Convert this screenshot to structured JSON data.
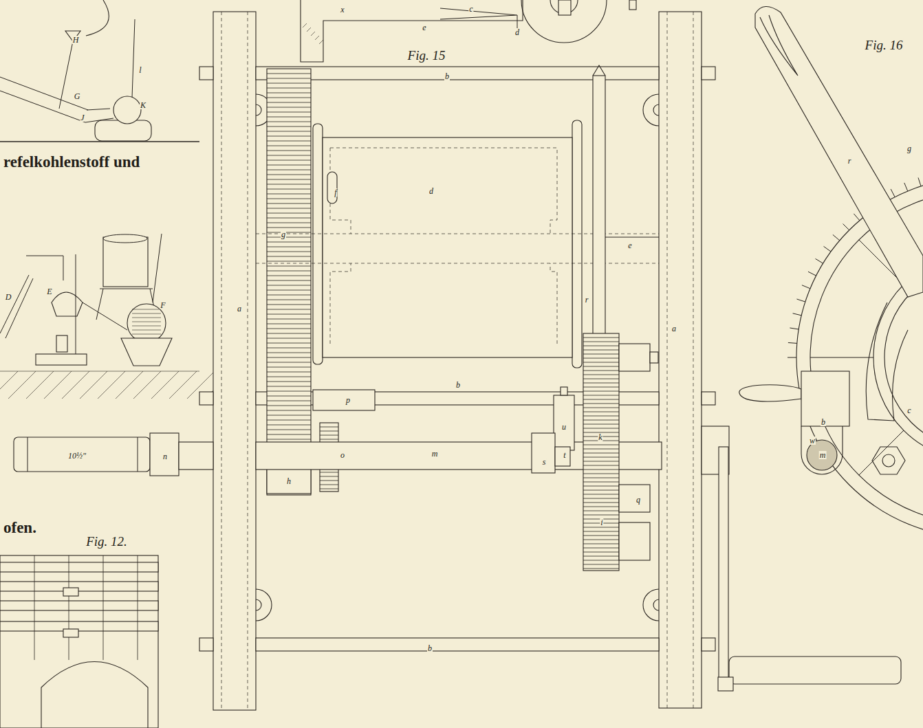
{
  "diagram": {
    "labels": [
      "H",
      "l",
      "G",
      "K",
      "J",
      "refelkohlenstoff und",
      "D",
      "E",
      "F",
      "10½\"",
      "n",
      "ofen.",
      "Fig. 12.",
      "x",
      "c",
      "e",
      "d",
      "Fig. 15",
      "b",
      "d",
      "f",
      "g",
      "e",
      "r",
      "a",
      "a",
      "b",
      "p",
      "u",
      "k",
      "m",
      "o",
      "t",
      "s",
      "h",
      "q",
      "i",
      "b",
      "Fig. 16",
      "g",
      "r",
      "b",
      "c",
      "w",
      "m"
    ]
  }
}
